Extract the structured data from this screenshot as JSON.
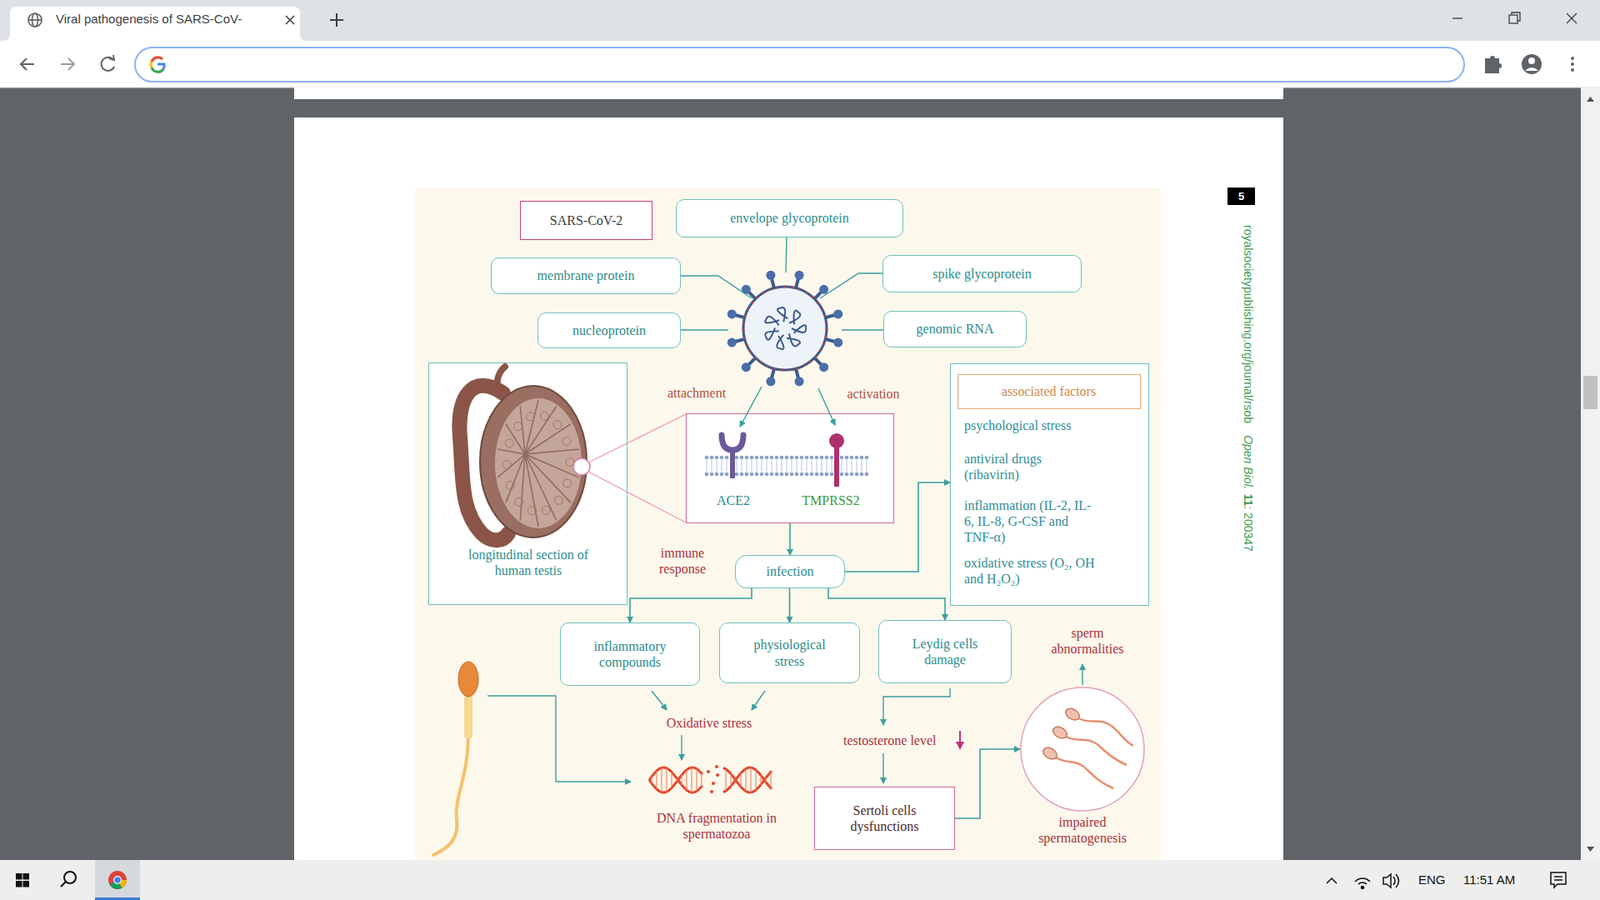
{
  "diagram": {
    "nodes": [
      {
        "text": [
          "SARS-CoV-2"
        ]
      },
      {
        "text": [
          "envelope glycoprotein"
        ]
      },
      {
        "text": [
          "membrane protein"
        ]
      },
      {
        "text": [
          "spike glycoprotein"
        ]
      },
      {
        "text": [
          "nucleoprotein"
        ]
      },
      {
        "text": [
          "genomic RNA"
        ]
      },
      {
        "text": [
          "longitudinal section of human testis"
        ]
      },
      {
        "text": [
          "ACE2",
          "TMPRSS2"
        ]
      },
      {
        "text": [
          "psychological stress",
          "antiviral drugs (ribavirin)",
          "inflammation (IL-2, IL-6, IL-8, G-CSF and TNF-α)",
          "oxidative stress (O₂, OH and H₂O₂)"
        ]
      },
      {
        "text": [
          "associated factors"
        ],
        "in": 8
      },
      {
        "text": [
          "infection"
        ]
      },
      {
        "text": [
          "inflammatory compounds"
        ]
      },
      {
        "text": [
          "physiological stress"
        ]
      },
      {
        "text": [
          "Leydig cells damage"
        ]
      },
      {
        "text": [
          "Sertoli cells dysfunctions"
        ]
      },
      {
        "text": [
          "impaired spermatogenesis"
        ]
      }
    ],
    "edges": [
      {
        "from": 7,
        "to": 10,
        "arrow": "to"
      },
      {
        "from": 10,
        "to": 8,
        "arrow": "to"
      },
      {
        "from": 10,
        "to": 11,
        "arrow": "to"
      },
      {
        "from": 10,
        "to": 12,
        "arrow": "to"
      },
      {
        "from": 10,
        "to": 13,
        "arrow": "to"
      },
      {
        "from": 14,
        "to": 15,
        "arrow": "to"
      }
    ],
    "labels": [
      "Viral pathogenesis of SARS-CoV-",
      "5",
      "royalsocietypublishing.org/journal/rsob",
      "Open Biol.",
      "11",
      ": 200347",
      "attachment",
      "activation",
      "immune response",
      "Oxidative stress",
      "DNA fragmentation in spermatozoa",
      "testosterone level",
      "sperm abnormalities",
      "ENG",
      "11:51 AM"
    ]
  }
}
